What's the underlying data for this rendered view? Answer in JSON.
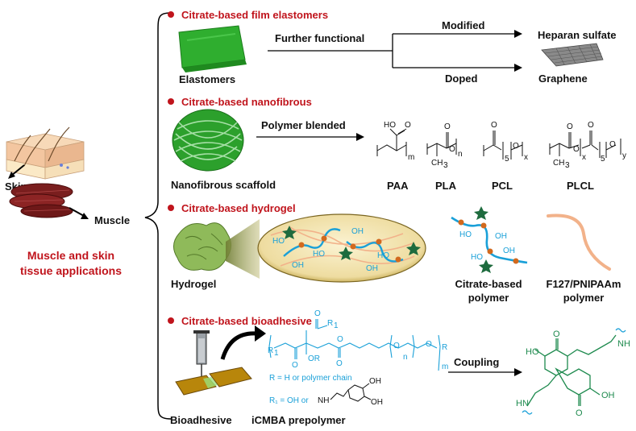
{
  "left": {
    "skin_label": "Skin",
    "muscle_label": "Muscle",
    "title": "Muscle and skin tissue applications"
  },
  "colors": {
    "section_title": "#c0141c",
    "blue_chain": "#1aa0d8",
    "green_chem": "#1e8a4e",
    "hydrogel_fiber": "#f2b28a",
    "film_green": "#2fae2f"
  },
  "section_film": {
    "title": "Citrate-based film elastomers",
    "item_label": "Elastomers",
    "arrow_label": "Further functional",
    "branch_top": "Modified",
    "branch_bottom": "Doped",
    "product_top": "Heparan sulfate",
    "product_bottom": "Graphene"
  },
  "section_fiber": {
    "title": "Citrate-based nanofibrous",
    "item_label": "Nanofibrous scaffold",
    "arrow_label": "Polymer blended",
    "polymers": [
      "PAA",
      "PLA",
      "PCL",
      "PLCL"
    ]
  },
  "section_hydrogel": {
    "title": "Citrate-based hydrogel",
    "item_label": "Hydrogel",
    "polymer1": "Citrate-based",
    "polymer1_line2": "polymer",
    "polymer2": "F127/PNIPAAm",
    "polymer2_line2": "polymer"
  },
  "section_bioadhesive": {
    "title": "Citrate-based bioadhesive",
    "item_label": "Bioadhesive",
    "prepolymer_label": "iCMBA prepolymer",
    "r_definition": "R = H or polymer chain",
    "r1_definition": "R₁ = OH or",
    "arrow_label": "Coupling"
  }
}
